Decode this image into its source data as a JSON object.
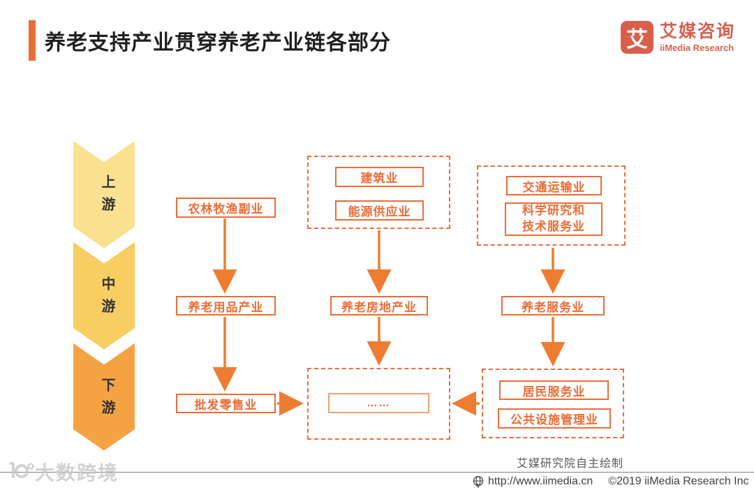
{
  "header": {
    "title": "养老支持产业贯穿养老产业链各部分",
    "logo": {
      "glyph": "艾",
      "name_cn": "艾媒咨询",
      "name_en": "iiMedia Research"
    }
  },
  "stages": [
    {
      "id": "upstream",
      "label": "上游",
      "color": "#FAE18F"
    },
    {
      "id": "midstream",
      "label": "中游",
      "color": "#F8CE62"
    },
    {
      "id": "downstream",
      "label": "下游",
      "color": "#F5A243"
    }
  ],
  "nodes": {
    "agriculture": "农林牧渔副业",
    "construction": "建筑业",
    "energy": "能源供应业",
    "transport": "交通运输业",
    "science": "科学研究和\n技术服务业",
    "elder_products": "养老用品产业",
    "elder_realestate": "养老房地产业",
    "elder_services": "养老服务业",
    "wholesale": "批发零售业",
    "ellipsis": "……",
    "resident_services": "居民服务业",
    "public_facilities": "公共设施管理业"
  },
  "footer": {
    "credit": "艾媒研究院自主绘制",
    "url": "http://www.iimedia.cn",
    "copyright": "©2019  iiMedia Research Inc"
  },
  "watermark": {
    "text": "大数跨境"
  },
  "colors": {
    "accent": "#EC6C35",
    "arrow": "#EE7D31",
    "logo": "#D95F4C"
  }
}
